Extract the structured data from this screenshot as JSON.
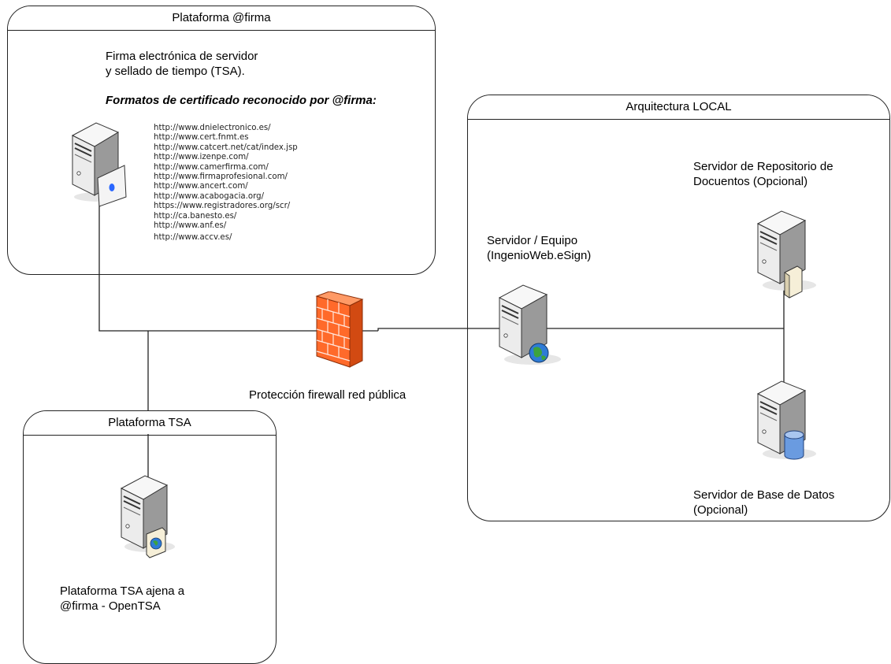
{
  "panels": {
    "firma": {
      "title": "Plataforma @firma",
      "description_line1": "Firma electrónica de servidor",
      "description_line2": "y sellado de tiempo (TSA).",
      "formats_heading": "Formatos de certificado reconocido por @firma:",
      "urls": [
        "http://www.dnielectronico.es/",
        "http://www.cert.fnmt.es",
        "http://www.catcert.net/cat/index.jsp",
        "http://www.izenpe.com/",
        "http://www.camerfirma.com/",
        "http://www.firmaprofesional.com/",
        "http://www.ancert.com/",
        "http://www.acabogacia.org/",
        "https://www.registradores.org/scr/",
        "http://ca.banesto.es/",
        "http://www.anf.es/",
        "http://www.accv.es/"
      ]
    },
    "tsa": {
      "title": "Plataforma TSA",
      "label_line1": "Plataforma TSA ajena a",
      "label_line2": "@firma - OpenTSA"
    },
    "local": {
      "title": "Arquitectura LOCAL",
      "server_label_line1": "Servidor / Equipo",
      "server_label_line2": "(IngenioWeb.eSign)",
      "repo_label_line1": "Servidor de Repositorio de",
      "repo_label_line2": "Docuentos (Opcional)",
      "db_label_line1": "Servidor de Base de Datos",
      "db_label_line2": "(Opcional)"
    }
  },
  "firewall": {
    "label": "Protección firewall red pública"
  },
  "icons": {
    "firma_server": "server-certificate-icon",
    "tsa_server": "server-web-document-icon",
    "app_server": "web-server-globe-icon",
    "repo_server": "file-server-icon",
    "db_server": "database-server-icon",
    "firewall": "firewall-brick-wall-icon"
  },
  "colors": {
    "server_body": "#ececec",
    "firewall": "#ff6a2a",
    "globe": "#2e7bd6",
    "database": "#6a9be0"
  }
}
